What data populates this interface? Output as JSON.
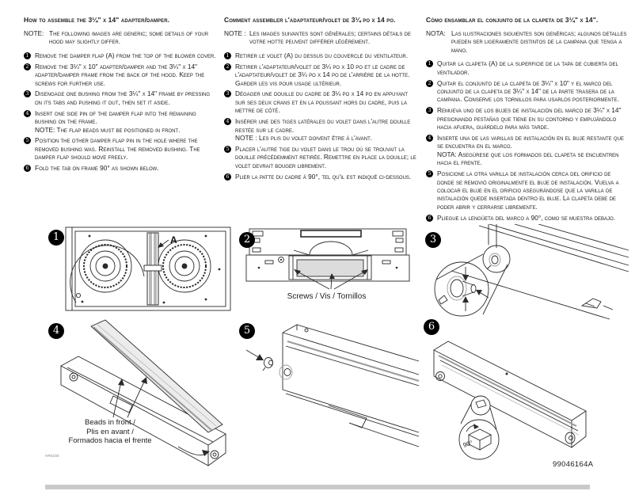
{
  "page": {
    "doc_number": "99046164A",
    "part_code": "HR0230"
  },
  "columns": [
    {
      "lang": "English",
      "heading": "How to assemble the 3¼\" x 14\" adapter/damper.",
      "note_label": "NOTE:",
      "note_text": "The following images are generic; some details of your hood may slightly differ.",
      "steps": [
        {
          "num": "1",
          "text": "Remove the damper flap (A) from the top of the blower cover."
        },
        {
          "num": "2",
          "text": "Remove the 3¼\" x 10\" adapter/damper and the 3¼\" x 14\" adapter/damper frame from the back of the hood. Keep the screws for further use."
        },
        {
          "num": "3",
          "text": "Disengage one bushing from the 3¼\" x 14\" frame by pressing on its tabs and pushing it out, then set it aside."
        },
        {
          "num": "4",
          "text": "Insert one side pin of the damper flap into the remaining bushing on the frame.",
          "note": "NOTE: The flap beads must be positioned in front."
        },
        {
          "num": "5",
          "text": "Position the other damper flap pin in the hole where the removed bushing was. Reinstall the removed bushing. The damper flap should move freely."
        },
        {
          "num": "6",
          "text": "Fold the tab on frame 90° as shown below."
        }
      ]
    },
    {
      "lang": "Français",
      "heading": "Comment assembler l'adaptateur/volet de 3¼ po x 14 po.",
      "note_label": "NOTE :",
      "note_text": "Les images suivantes sont générales; certains détails de votre hotte peuvent différer légèrement.",
      "steps": [
        {
          "num": "1",
          "text": "Retirer le volet (A) du dessus du couvercle du ventilateur."
        },
        {
          "num": "2",
          "text": "Retirer l'adaptateur/volet de 3¼ po x 10 po et le cadre de l'adaptateur/volet de 3¼ po x 14 po de l'arrière de la hotte. Garder les vis pour usage ultérieur."
        },
        {
          "num": "3",
          "text": "Dégager une douille du cadre de 3¼ po x 14 po en appuyant sur ses deux crans et en la poussant hors du cadre, puis la mettre de côté."
        },
        {
          "num": "4",
          "text": "Insérer une des tiges latérales du volet dans l'autre douille restée sur le cadre.",
          "note": "NOTE : Les plis du volet doivent être à l'avant."
        },
        {
          "num": "5",
          "text": "Placer l'autre tige du volet dans le trou où se trouvait la douille précédemment retirée. Remettre en place la douille; le volet devrait bouger librement."
        },
        {
          "num": "6",
          "text": "Plier la patte du cadre à 90°, tel qu'il est indiqué ci-dessous."
        }
      ]
    },
    {
      "lang": "Español",
      "heading": "Cómo ensamblar el conjunto de la clapeta de 3¼\" x 14\".",
      "note_label": "NOTA:",
      "note_text": "Las ilustraciones siguientes son genéricas; algunos detalles pueden ser ligeramente distintos de la campana que tenga a mano.",
      "steps": [
        {
          "num": "1",
          "text": "Quitar la clapeta (A) de la superficie de la tapa de cubierta del ventilador."
        },
        {
          "num": "2",
          "text": "Quitar el conjunto de la clapeta de 3¼\" x 10\" y el marco del conjunto de la clapeta de 3¼\" x 14\" de la parte trasera de la campana. Conserve los tornillos para usarlos posteriormente."
        },
        {
          "num": "3",
          "text": "Remueva uno de los bujes de instalación del marco de 3¼\" x 14\" presionando pestañas que tiene en su contorno y empujándolo hacia afuera, guárdelo para más tarde."
        },
        {
          "num": "4",
          "text": "Inserte una de las varillas de instalación en el buje restante que se encuentra en el marco.",
          "note": "NOTA: Asegúrese que los formados del clapeta se encuentren hacia el frente."
        },
        {
          "num": "5",
          "text": "Posicione la otra varilla de instalación cerca del orificio de donde se removió originalmente el buje de instalación. Vuelva a colocar el buje en el orificio asegurándose que la varilla de instalación quede insertada dentro el buje. La clapeta debe de poder abrir y cerrarse libremente."
        },
        {
          "num": "6",
          "text": "Pliegue la lengüeta del marco a 90°, como se muestra debajo."
        }
      ]
    }
  ],
  "figures": {
    "fig1": {
      "num": "1",
      "label_a": "A"
    },
    "fig2": {
      "num": "2",
      "caption": "Screws / Vis / Tornillos"
    },
    "fig3": {
      "num": "3"
    },
    "fig4": {
      "num": "4",
      "caption1": "Beads in front /",
      "caption2": "Plis en avant /",
      "caption3": "Formados hacia el frente"
    },
    "fig5": {
      "num": "5"
    },
    "fig6": {
      "num": "6",
      "angle_label": "90°"
    }
  }
}
